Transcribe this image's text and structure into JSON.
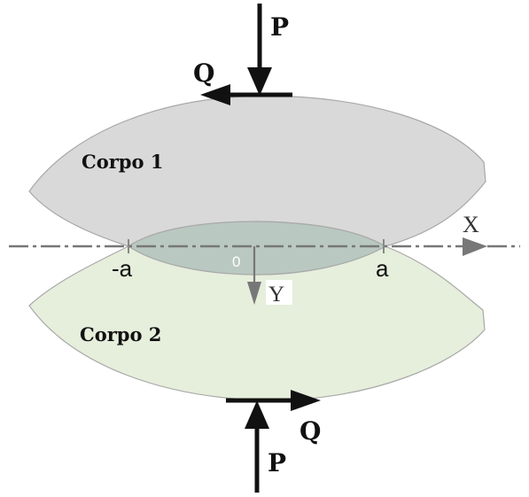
{
  "labels": {
    "force_p_top": "P",
    "force_q_top": "Q",
    "body_1": "Corpo 1",
    "body_2": "Corpo 2",
    "axis_x": "X",
    "axis_y": "Y",
    "origin": "0",
    "minus_a": "-a",
    "plus_a": "a",
    "force_q_bottom": "Q",
    "force_p_bottom": "P"
  },
  "colors": {
    "body_1_fill": "#d9d9d9",
    "body_2_fill": "#e6eedc",
    "overlap_fill": "#b9c8c1",
    "outline": "#a8a8a8",
    "axis": "#777777",
    "arrow": "#111111"
  }
}
